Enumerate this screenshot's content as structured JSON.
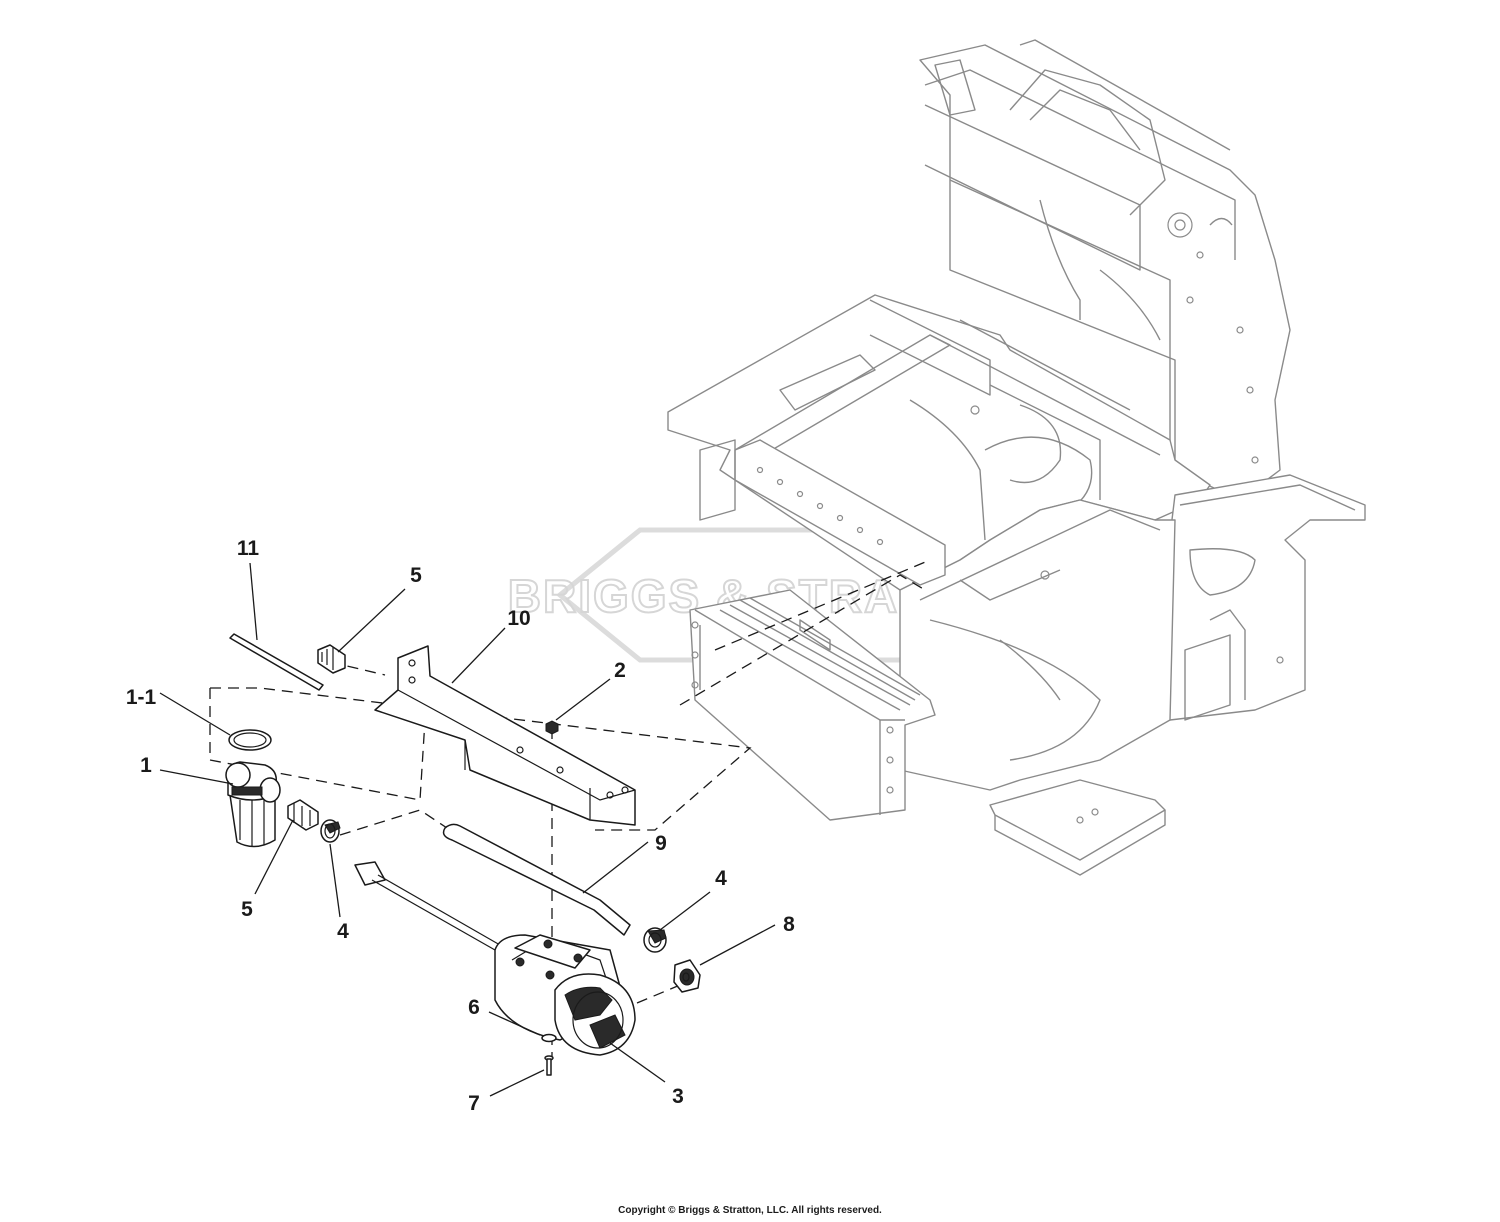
{
  "watermark": "BRIGGS & STRATTON",
  "callouts": {
    "c11": "11",
    "c5_top": "5",
    "c10": "10",
    "c2": "2",
    "c1_1": "1-1",
    "c1": "1",
    "c9": "9",
    "c5_bottom": "5",
    "c4_left": "4",
    "c4_right": "4",
    "c8": "8",
    "c6": "6",
    "c3": "3",
    "c7": "7"
  },
  "copyright": "Copyright © Briggs & Stratton, LLC. All rights reserved."
}
